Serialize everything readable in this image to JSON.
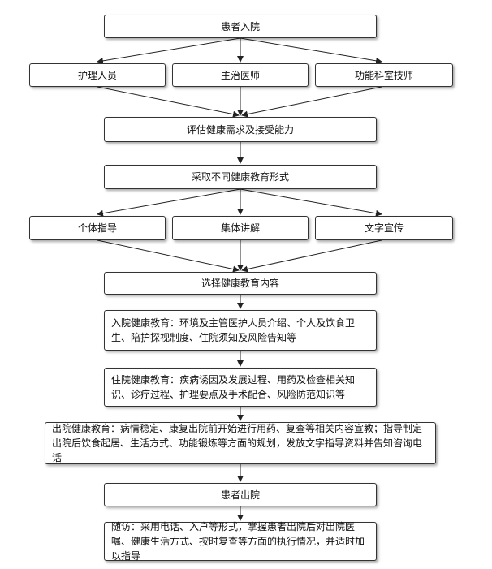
{
  "flow": {
    "admission": "患者入院",
    "roles": [
      "护理人员",
      "主治医师",
      "功能科室技师"
    ],
    "assess": "评估健康需求及接受能力",
    "adopt_forms": "采取不同健康教育形式",
    "forms": [
      "个体指导",
      "集体讲解",
      "文字宣传"
    ],
    "select_content": "选择健康教育内容",
    "admission_edu": "入院健康教育：环境及主管医护人员介绍、个人及饮食卫生、陪护探视制度、住院须知及风险告知等",
    "inpatient_edu": "住院健康教育：疾病诱因及发展过程、用药及检查相关知识、诊疗过程、护理要点及手术配合、风险防范知识等",
    "discharge_edu": "出院健康教育：病情稳定、康复出院前开始进行用药、复查等相关内容宣教；指导制定出院后饮食起居、生活方式、功能锻炼等方面的规划，发放文字指导资料并告知咨询电话",
    "discharge": "患者出院",
    "follow_up": "随访：采用电话、入户等形式，掌握患者出院后对出院医嘱、健康生活方式、按时复查等方面的执行情况，并适时加以指导"
  }
}
